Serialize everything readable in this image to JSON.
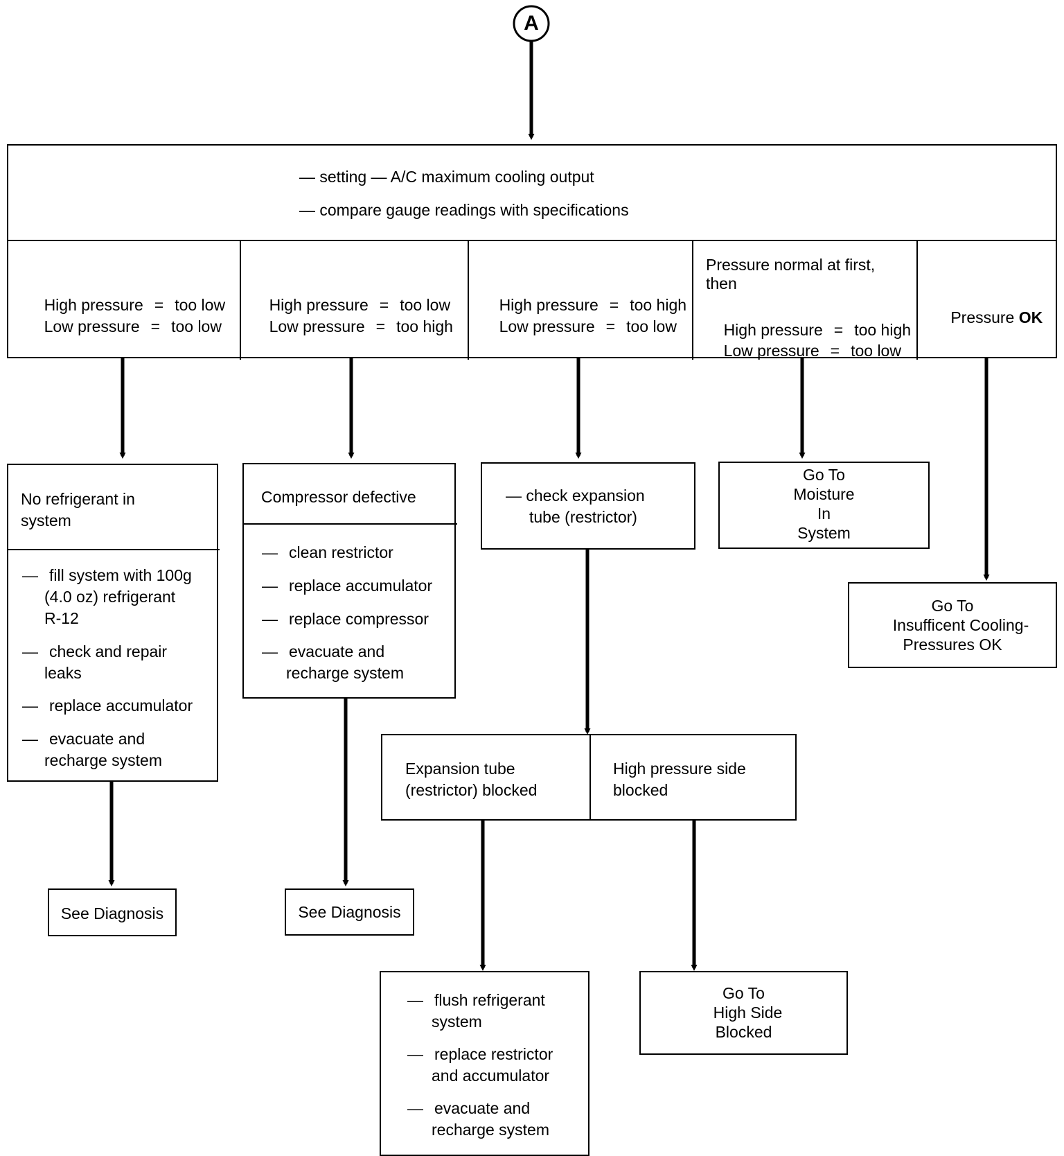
{
  "start_node": "A",
  "top_box": {
    "line1": "— setting — A/C maximum cooling output",
    "line2": "— compare gauge readings with specifications"
  },
  "conditions": {
    "col1": {
      "hp_label": "High pressure",
      "hp_eq": "=",
      "hp_val": "too low",
      "lp_label": "Low pressure",
      "lp_eq": "=",
      "lp_val": "too low"
    },
    "col2": {
      "hp_label": "High pressure",
      "hp_eq": "=",
      "hp_val": "too low",
      "lp_label": "Low pressure",
      "lp_eq": "=",
      "lp_val": "too high"
    },
    "col3": {
      "hp_label": "High pressure",
      "hp_eq": "=",
      "hp_val": "too high",
      "lp_label": "Low pressure",
      "lp_eq": "=",
      "lp_val": "too low"
    },
    "col4": {
      "intro1": "Pressure normal at first,",
      "intro2": "then",
      "hp_label": "High pressure",
      "hp_eq": "=",
      "hp_val": "too high",
      "lp_label": "Low pressure",
      "lp_eq": "=",
      "lp_val": "too low"
    },
    "col5": {
      "text_a": "Pressure ",
      "text_b": "OK"
    }
  },
  "no_refrigerant": {
    "title1": "No refrigerant in",
    "title2": "system",
    "steps": [
      {
        "dash": "—",
        "l1": "fill system with 100g",
        "l2": "(4.0 oz) refrigerant",
        "l3": "R-12"
      },
      {
        "dash": "—",
        "l1": "check and repair",
        "l2": "leaks"
      },
      {
        "dash": "—",
        "l1": "replace accumulator"
      },
      {
        "dash": "—",
        "l1": "evacuate and",
        "l2": "recharge system"
      }
    ],
    "see": "See Diagnosis"
  },
  "compressor": {
    "title": "Compressor defective",
    "steps": [
      {
        "dash": "—",
        "l1": "clean restrictor"
      },
      {
        "dash": "—",
        "l1": "replace accumulator"
      },
      {
        "dash": "—",
        "l1": "replace compressor"
      },
      {
        "dash": "—",
        "l1": "evacuate and",
        "l2": "recharge system"
      }
    ],
    "see": "See Diagnosis"
  },
  "check_expansion": {
    "l1": "— check expansion",
    "l2": "tube (restrictor)"
  },
  "moisture": {
    "l1": "Go To",
    "l2": "Moisture",
    "l3": "In",
    "l4": "System"
  },
  "insufficient": {
    "l1": "Go To",
    "l2": "Insufficent Cooling-",
    "l3": "Pressures OK"
  },
  "blocked": {
    "left1": "Expansion tube",
    "left2": "(restrictor) blocked",
    "right1": "High pressure side",
    "right2": "blocked"
  },
  "flush": {
    "steps": [
      {
        "dash": "—",
        "l1": "flush refrigerant",
        "l2": "system"
      },
      {
        "dash": "—",
        "l1": "replace restrictor",
        "l2": "and accumulator"
      },
      {
        "dash": "—",
        "l1": "evacuate and",
        "l2": "recharge system"
      }
    ]
  },
  "high_side": {
    "l1": "Go To",
    "l2": "High Side",
    "l3": "Blocked"
  }
}
